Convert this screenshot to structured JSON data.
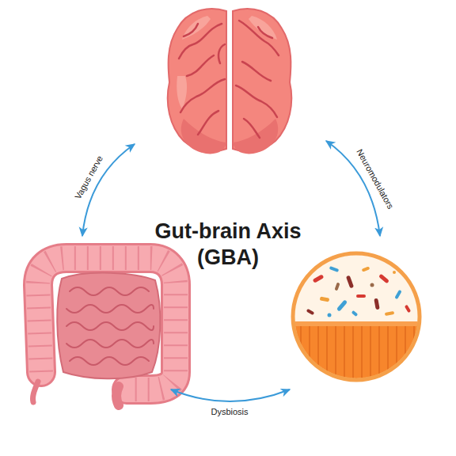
{
  "diagram": {
    "title": "Gut-brain Axis (GBA)",
    "labels": [
      "Vagus nerve",
      "Neuromodulators",
      "Dysbiosis"
    ]
  }
}
